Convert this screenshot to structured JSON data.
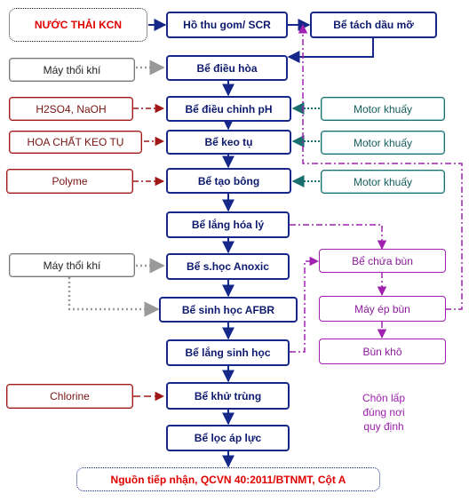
{
  "nodes": {
    "source": "NƯỚC THẢI KCN",
    "collection_tank": "Hồ thu gom/ SCR",
    "grease_trap": "Bể tách dầu mỡ",
    "blower_1": "Máy thổi khí",
    "equalization_tank": "Bể điều hòa",
    "chemicals_ph": "H2SO4, NaOH",
    "ph_adjust_tank": "Bể điều chỉnh  pH",
    "mixer_1": "Motor  khuấy",
    "coagulant": "HOA CHẤT KEO TỤ",
    "coagulation_tank": "Bể keo tụ",
    "mixer_2": "Motor  khuấy",
    "polymer": "Polyme",
    "flocculation_tank": "Bể tạo bông",
    "mixer_3": "Motor khuấy",
    "chemical_settling_tank": "Bể lắng hóa lý",
    "blower_2": "Máy thổi khí",
    "anoxic_tank": "Bể s.học Anoxic",
    "sludge_tank": "Bể chứa bùn",
    "afbr_tank": "Bể sinh học AFBR",
    "sludge_press": "Máy ép bùn",
    "bio_settling_tank": "Bể lắng sinh học",
    "dry_sludge": "Bùn khô",
    "chlorine": "Chlorine",
    "disinfection_tank": "Bể khử trùng",
    "pressure_filter": "Bể lọc áp lực",
    "receiving_body": "Nguồn tiếp nhận, QCVN 40:2011/BTNMT, Cột A"
  },
  "notes": {
    "landfill_line1": "Chôn lấp",
    "landfill_line2": "đúng nơi",
    "landfill_line3": "quy định"
  },
  "colors": {
    "main_flow": "#16278a",
    "chemical": "#a01818",
    "air": "#999999",
    "mixer": "#1a6e6e",
    "sludge": "#a020b0",
    "highlight": "#e00000"
  }
}
